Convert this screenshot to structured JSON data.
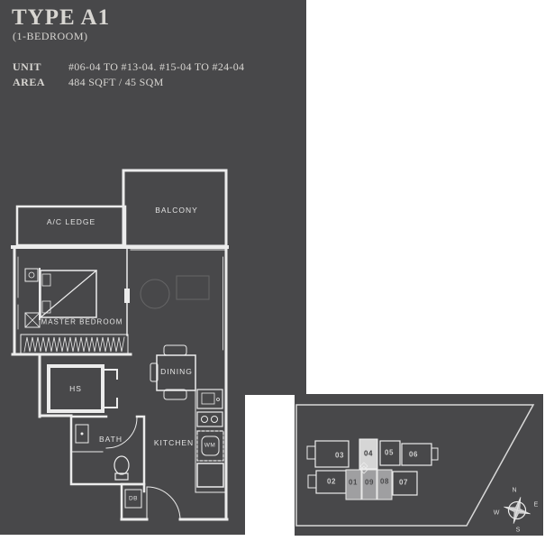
{
  "header": {
    "type_title": "TYPE A1",
    "subtitle": "(1-BEDROOM)",
    "unit_label": "UNIT",
    "unit_value": "#06-04 TO #13-04. #15-04 TO #24-04",
    "area_label": "AREA",
    "area_value": "484 SQFT / 45 SQM"
  },
  "floor_plan": {
    "labels": {
      "balcony": "BALCONY",
      "ac_ledge": "A/C LEDGE",
      "master_bedroom": "MASTER BEDROOM",
      "hs": "HS",
      "bath": "BATH",
      "dining": "DINING",
      "kitchen": "KITCHEN",
      "wm": "WM",
      "db": "DB"
    }
  },
  "key_plan": {
    "highlighted_unit": "04",
    "units": [
      {
        "no": "03"
      },
      {
        "no": "04"
      },
      {
        "no": "05"
      },
      {
        "no": "06"
      },
      {
        "no": "02"
      },
      {
        "no": "01"
      },
      {
        "no": "09"
      },
      {
        "no": "08"
      },
      {
        "no": "07"
      }
    ],
    "compass": {
      "north": "N",
      "east": "E",
      "south": "S",
      "west": "W"
    }
  },
  "colors": {
    "panel_background": "#48484a",
    "wall_line": "#ececec",
    "text_light": "#d8d6d2",
    "highlight_unit_fill": "#d6d6d6",
    "mid_unit_fill": "#9f9fa1"
  }
}
